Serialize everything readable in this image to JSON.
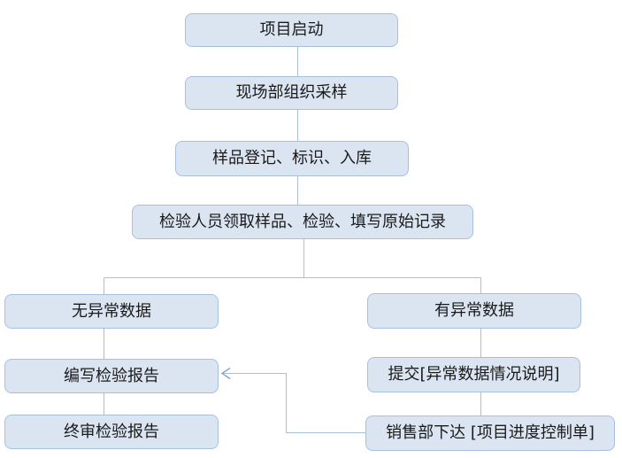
{
  "diagram": {
    "type": "flowchart",
    "background": "#ffffff",
    "colors": {
      "node_fill": "#dbe5f2",
      "node_border": "#a6c0e0",
      "connector": "#a7c0dc",
      "arrowhead": "#7fa6d2",
      "text": "#1a1a1a"
    },
    "nodes": {
      "start": {
        "label": "项目启动"
      },
      "sampling": {
        "label": "现场部组织采样"
      },
      "register": {
        "label": "样品登记、标识、入库"
      },
      "inspect": {
        "label": "检验人员领取样品、检验、填写原始记录"
      },
      "no_abnormal": {
        "label": "无异常数据"
      },
      "write_report": {
        "label": "编写检验报告"
      },
      "final_review": {
        "label": "终审检验报告"
      },
      "has_abnormal": {
        "label": "有异常数据"
      },
      "submit_note": {
        "label": "提交[异常数据情况说明]"
      },
      "sales_issue": {
        "label": "销售部下达 [项目进度控制单]"
      }
    },
    "edges": [
      {
        "from": "start",
        "to": "sampling",
        "arrow": false
      },
      {
        "from": "sampling",
        "to": "register",
        "arrow": false
      },
      {
        "from": "register",
        "to": "inspect",
        "arrow": false
      },
      {
        "from": "inspect",
        "to": "no_abnormal",
        "arrow": false
      },
      {
        "from": "inspect",
        "to": "has_abnormal",
        "arrow": false
      },
      {
        "from": "no_abnormal",
        "to": "write_report",
        "arrow": false
      },
      {
        "from": "write_report",
        "to": "final_review",
        "arrow": false
      },
      {
        "from": "has_abnormal",
        "to": "submit_note",
        "arrow": false
      },
      {
        "from": "submit_note",
        "to": "sales_issue",
        "arrow": false
      },
      {
        "from": "sales_issue",
        "to": "write_report",
        "arrow": true
      }
    ]
  }
}
